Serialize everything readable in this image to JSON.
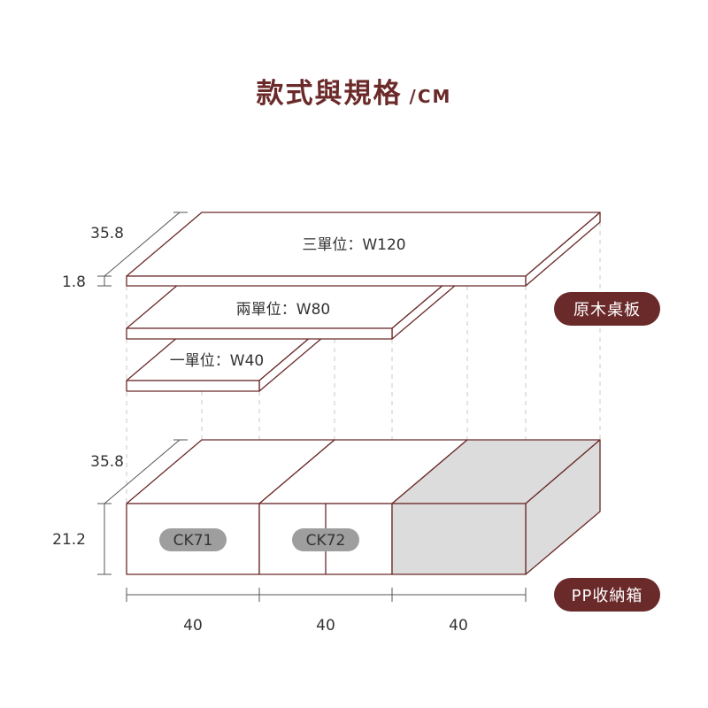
{
  "title": {
    "main": "款式與規格",
    "unit": "/CM"
  },
  "boards": {
    "depth": "35.8",
    "thickness": "1.8",
    "three": "三單位：W120",
    "two": "兩單位：W80",
    "one": "一單位：W40",
    "badge": "原木桌板"
  },
  "boxes": {
    "depth": "35.8",
    "height": "21.2",
    "labels": [
      "CK71",
      "CK72"
    ],
    "widths": [
      "40",
      "40",
      "40"
    ],
    "badge": "PP收納箱"
  },
  "colors": {
    "accent": "#6b2a2a",
    "grey": "#dcdcdc",
    "label_grey": "#9e9e9e"
  }
}
